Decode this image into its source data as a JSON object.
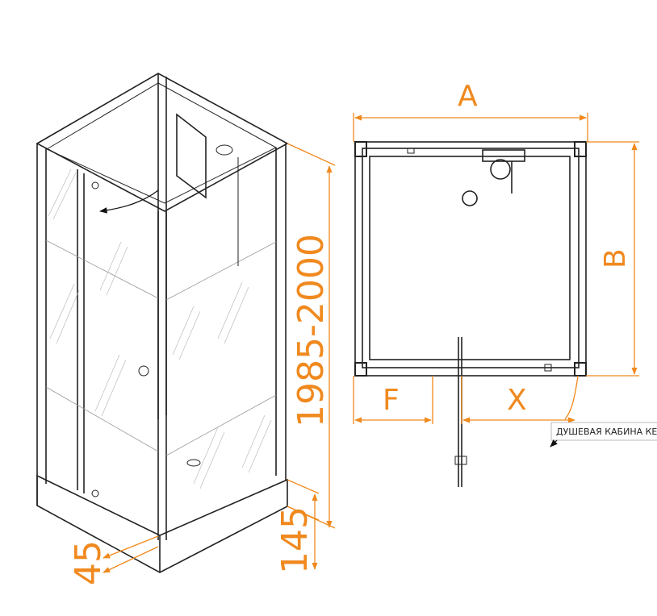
{
  "labels": {
    "width": "A",
    "depth": "B",
    "height": "1985-2000",
    "tray_height": "145",
    "threshold": "45",
    "door_offset": "F",
    "door_opening": "X"
  },
  "caption": "ДУШЕВАЯ КАБИНА КЕ",
  "colors": {
    "dimension": "#f0891e",
    "outline": "#222222"
  }
}
